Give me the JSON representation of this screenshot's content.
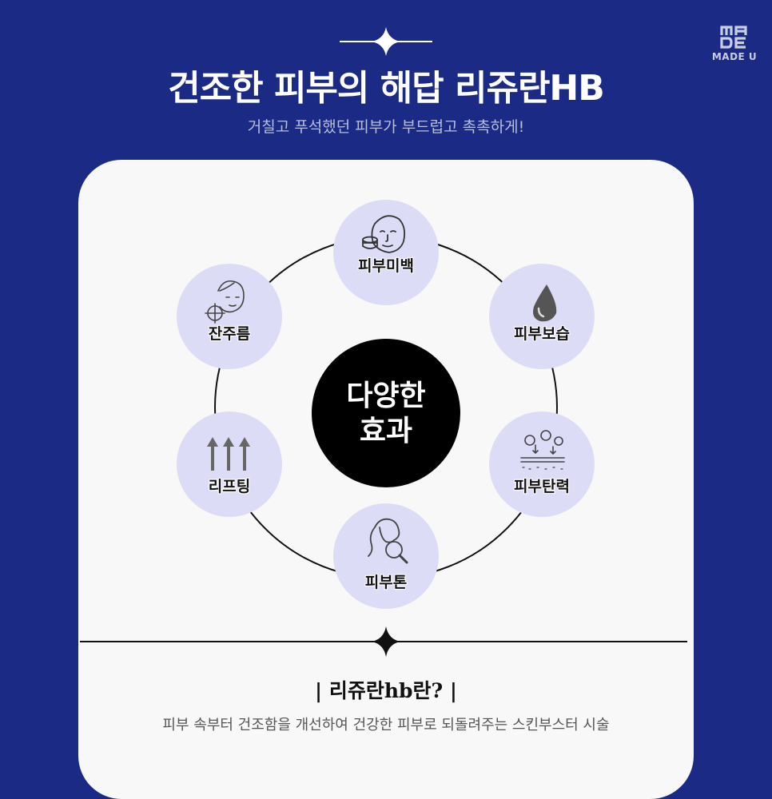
{
  "brand": {
    "logo_text": "MADE U"
  },
  "header": {
    "title": "건조한 피부의 해답 리쥬란HB",
    "subtitle": "거칠고 푸석했던 피부가 부드럽고 촉촉하게!"
  },
  "diagram": {
    "center_label_line1": "다양한",
    "center_label_line2": "효과",
    "nodes": [
      {
        "label": "피부미백",
        "icon": "face-cream-icon"
      },
      {
        "label": "피부보습",
        "icon": "water-drop-icon"
      },
      {
        "label": "피부탄력",
        "icon": "skin-layer-icon"
      },
      {
        "label": "피부톤",
        "icon": "face-magnifier-icon"
      },
      {
        "label": "리프팅",
        "icon": "up-arrows-icon"
      },
      {
        "label": "잔주름",
        "icon": "face-target-icon"
      }
    ]
  },
  "info": {
    "question": "| 리쥬란hb란? |",
    "description": "피부 속부터 건조함을 개선하여 건강한 피부로 되돌려주는 스킨부스터 시술"
  },
  "colors": {
    "background": "#1a2a85",
    "card": "#f8f8f8",
    "node_fill": "#dcdcf6",
    "center_fill": "#000000"
  }
}
